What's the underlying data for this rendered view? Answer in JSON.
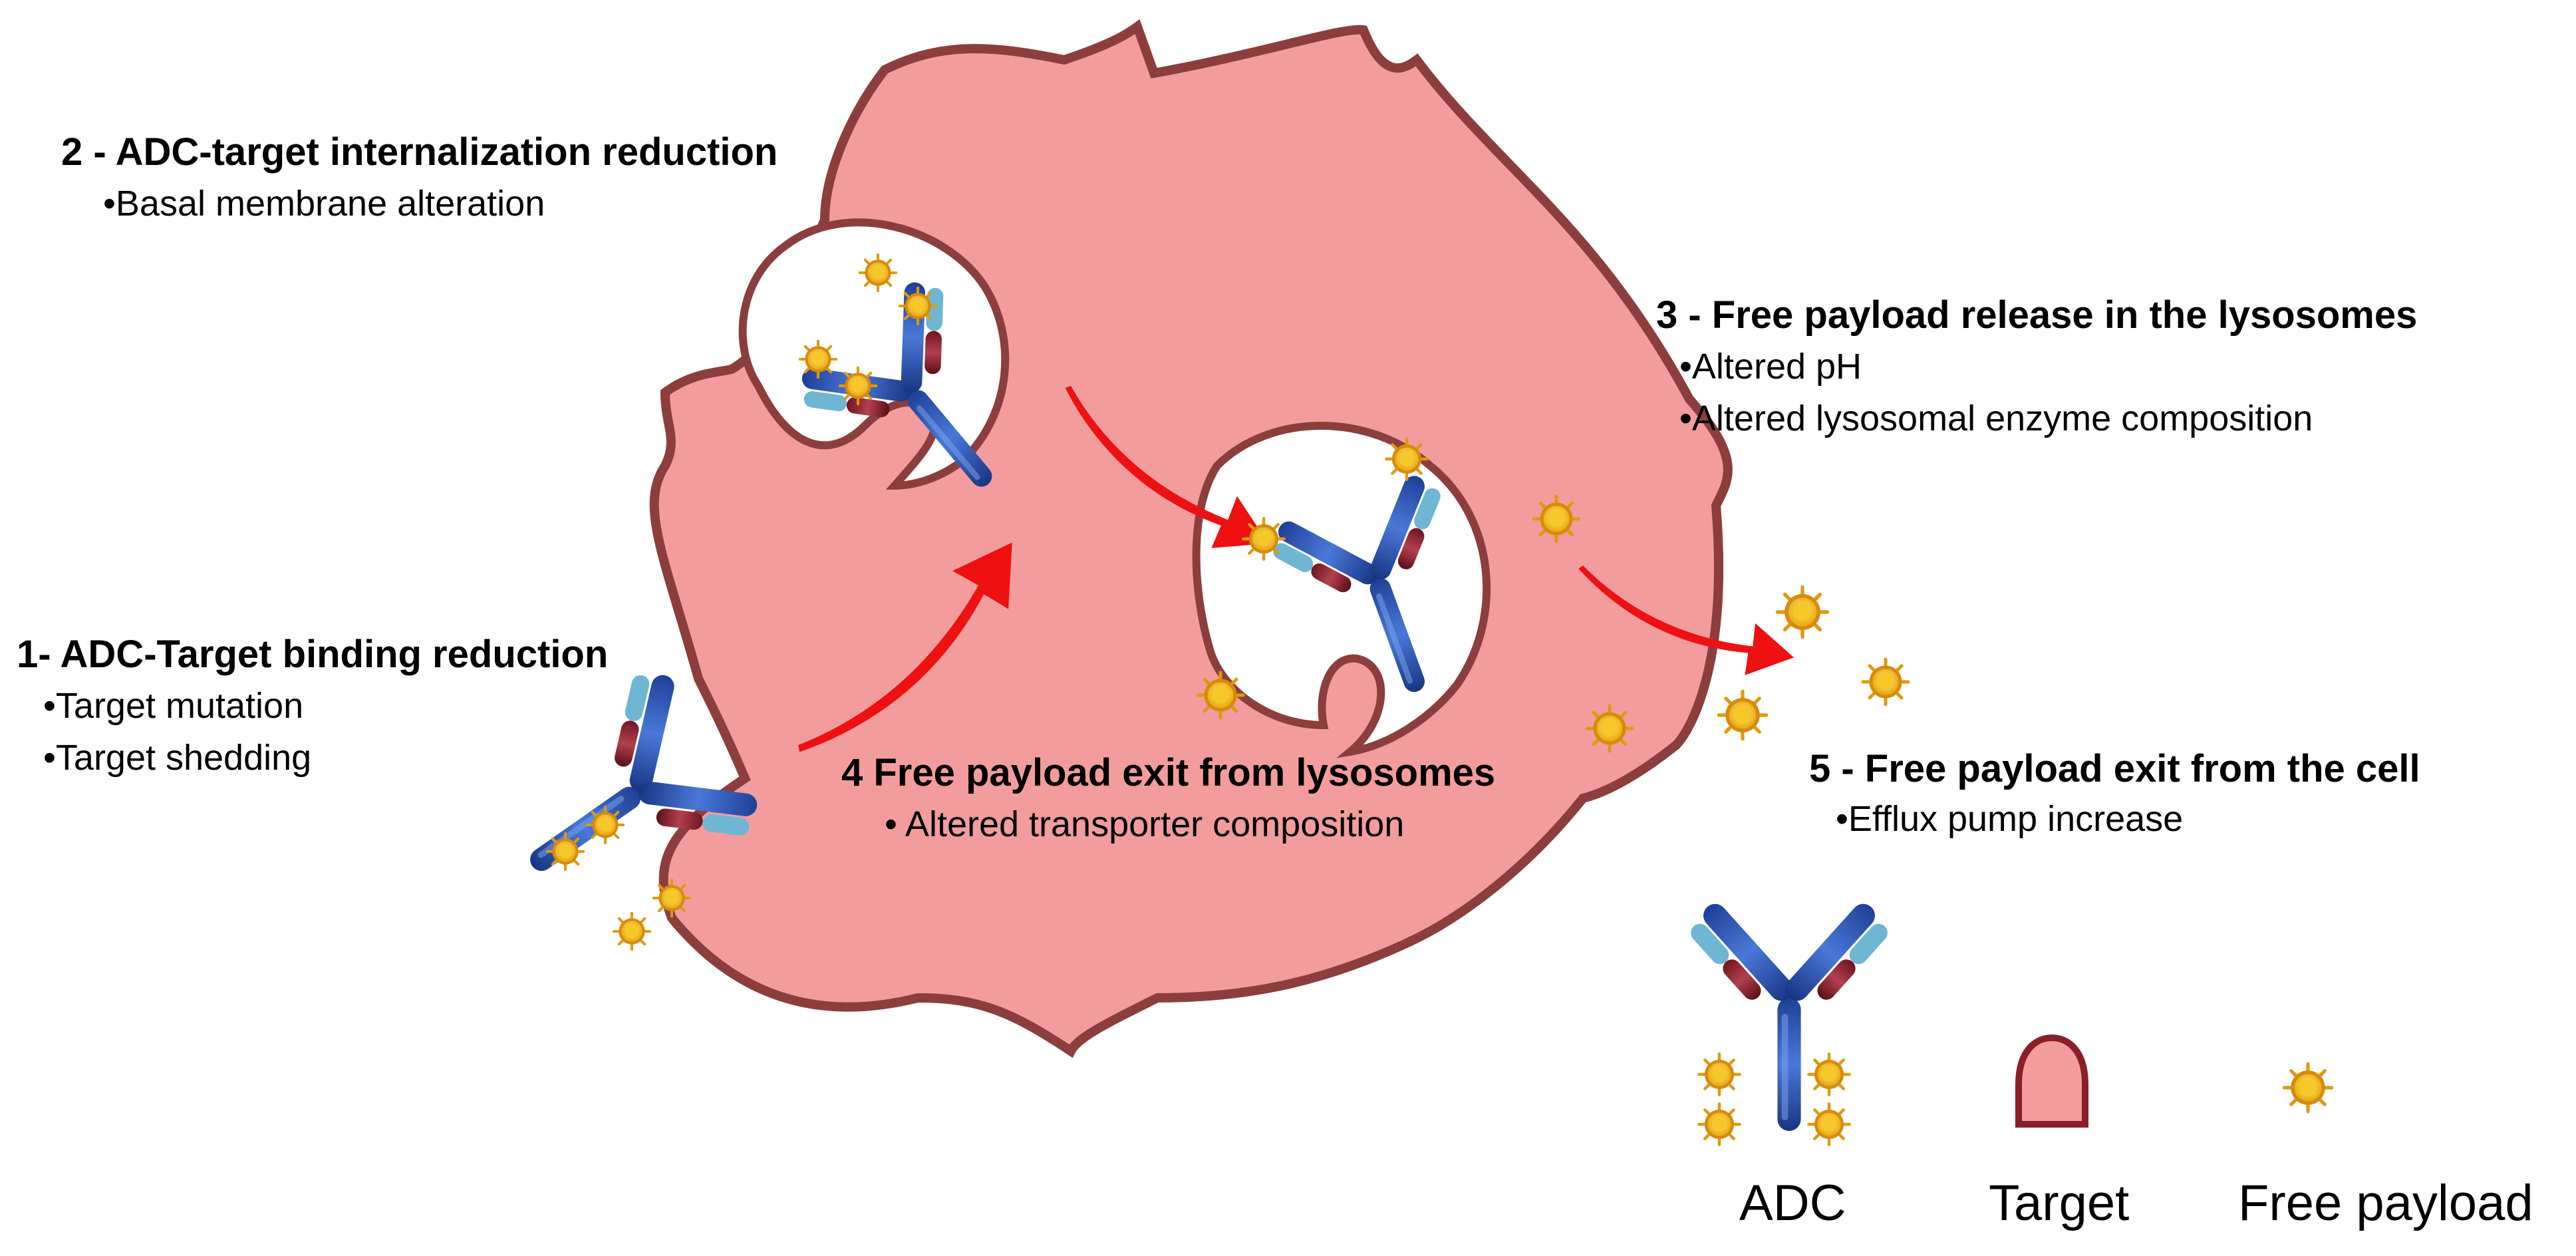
{
  "steps": [
    {
      "title": "1- ADC-Target binding reduction",
      "bullets": [
        "•Target mutation",
        "•Target shedding"
      ]
    },
    {
      "title": "2 - ADC-target internalization reduction",
      "bullets": [
        "•Basal membrane alteration"
      ]
    },
    {
      "title": "3 - Free payload release in the lysosomes",
      "bullets": [
        "•Altered pH",
        "•Altered lysosomal enzyme composition"
      ]
    },
    {
      "title": "4 Free payload exit from lysosomes",
      "bullets": [
        "•  Altered transporter composition"
      ]
    },
    {
      "title": "5 -  Free payload  exit from the cell",
      "bullets": [
        "•Efflux pump increase"
      ]
    }
  ],
  "legend": {
    "adc": "ADC",
    "target": "Target",
    "payload": "Free payload"
  },
  "colors": {
    "cell_fill": "#f39c9e",
    "cell_outline": "#8c3e3e",
    "antibody_heavy": "#2f58b8",
    "antibody_light": "#6fb6d4",
    "target_dark": "#8a1f2b",
    "payload": "#f2b21e",
    "arrow": "#ee1111"
  },
  "icons": [
    "antibody-icon",
    "target-icon",
    "payload-icon",
    "arrow-icon"
  ]
}
